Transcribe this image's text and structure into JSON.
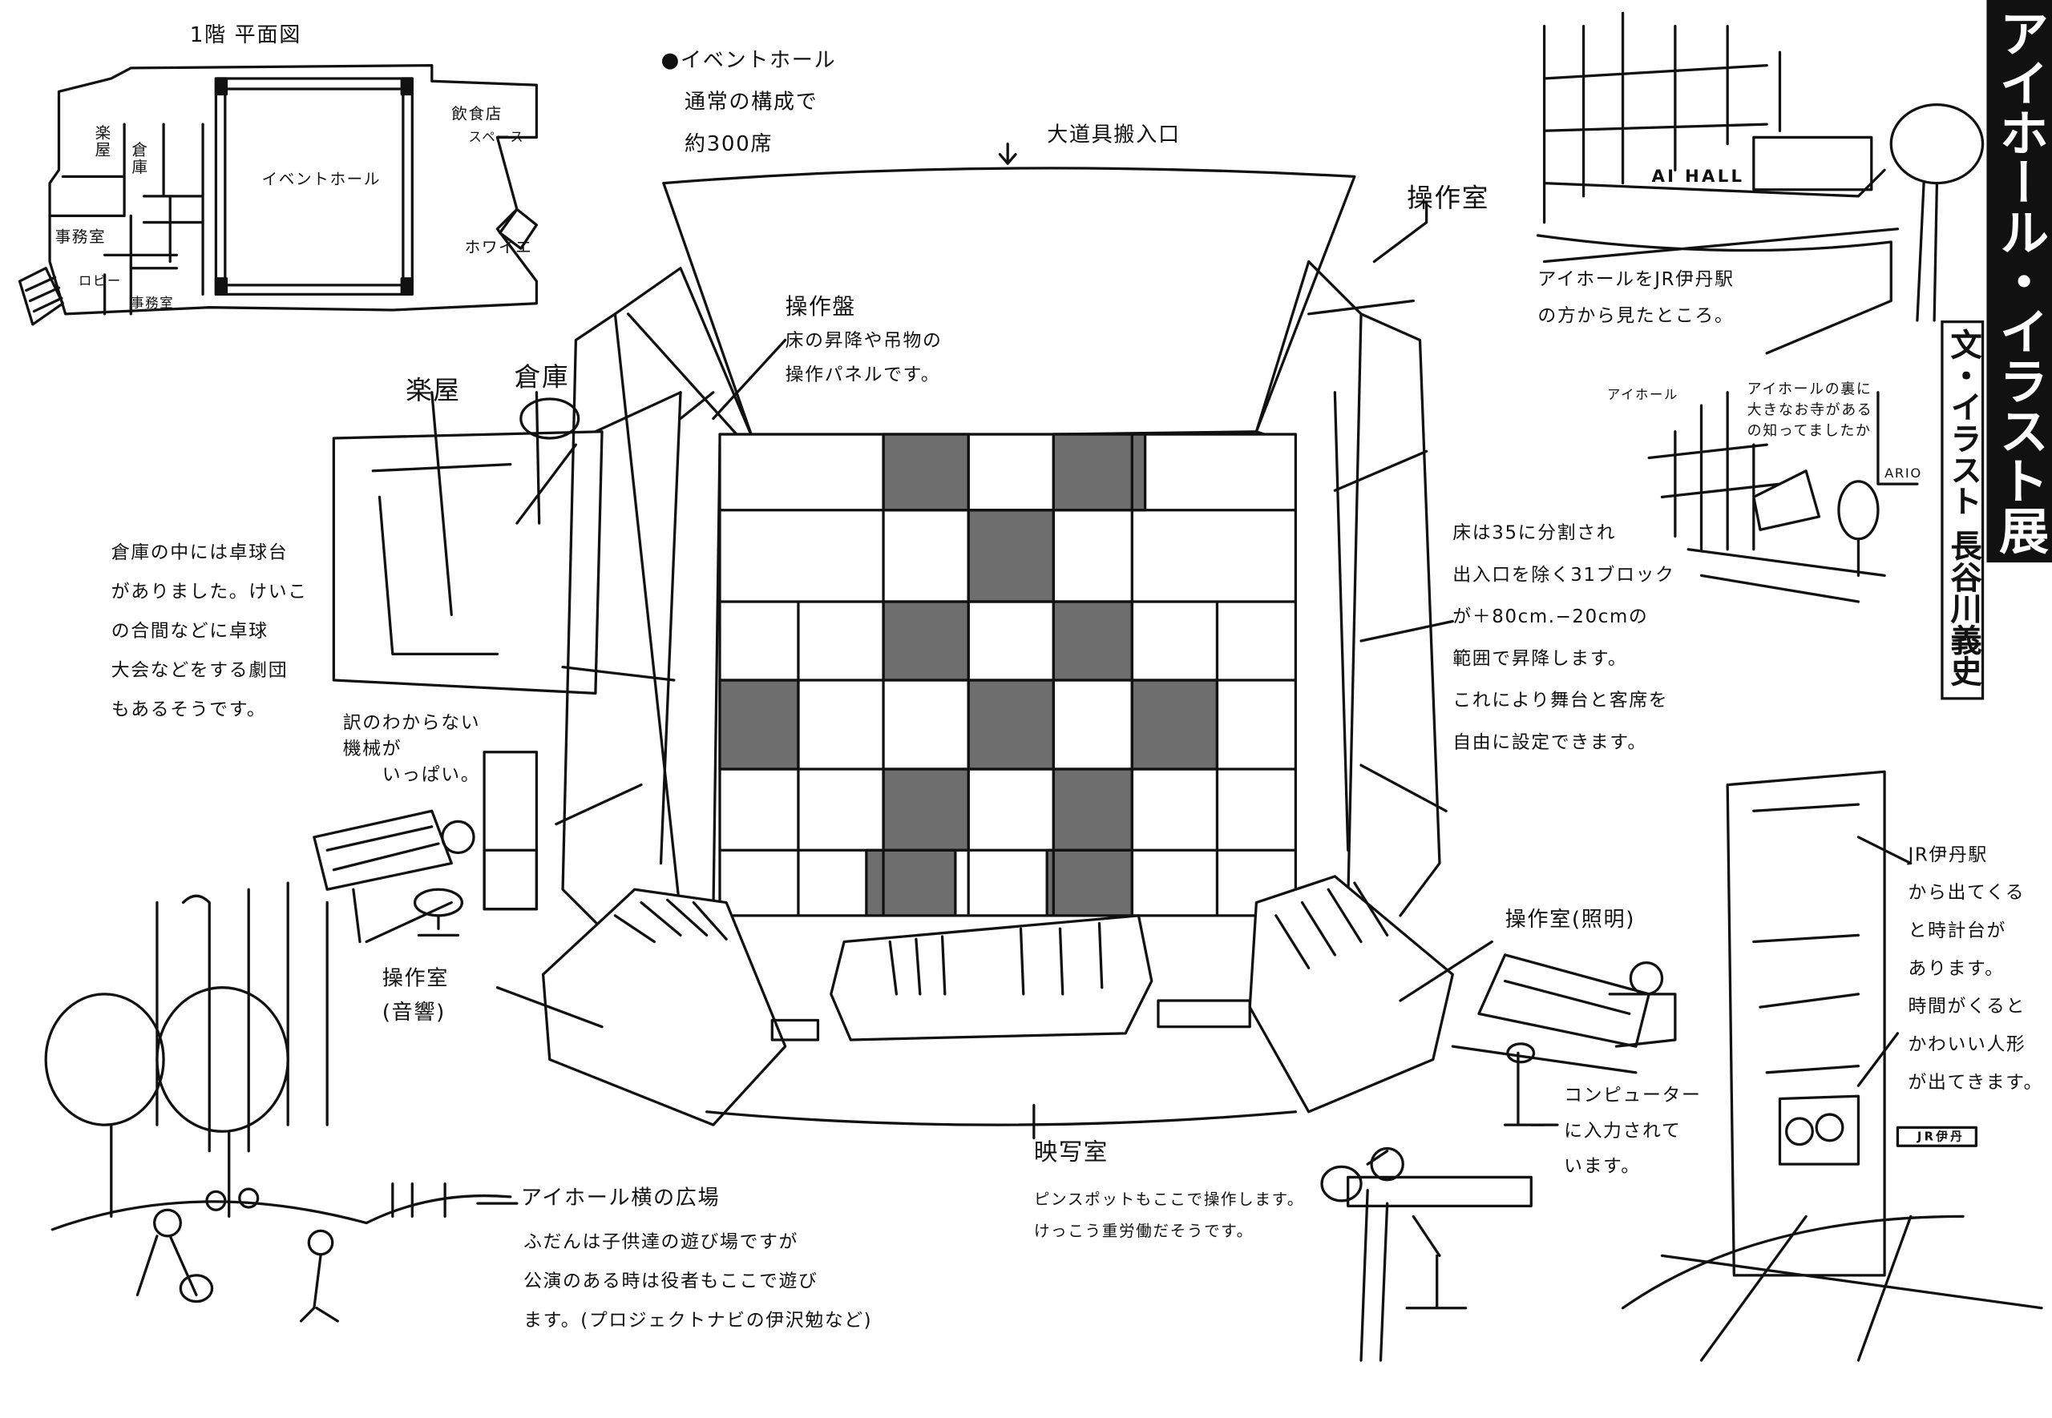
{
  "title": "アイホール・イラスト展開図",
  "credit": {
    "role": "文・イラスト",
    "author": "長谷川義史"
  },
  "floor_plan": {
    "heading": "1階 平面図",
    "rooms": {
      "gakuya": "楽屋",
      "souko": "倉庫",
      "event_hall": "イベントホール",
      "restaurant": "飲食店",
      "restaurant2": "スペース",
      "foyer": "ホワイエ",
      "office1": "事務室",
      "lobby": "ロビー",
      "office2": "事務室"
    }
  },
  "event_hall_note": {
    "bullet": "●",
    "lines": [
      "イベントホール",
      "通常の構成で",
      "約300席"
    ]
  },
  "labels": {
    "loading_door": "大道具搬入口",
    "control_room_top": "操作室",
    "control_panel": [
      "操作盤",
      "床の昇降や吊物の",
      "操作パネルです。"
    ],
    "gakuya": "楽屋",
    "souko": "倉庫",
    "storage_note": [
      "倉庫の中には卓球台",
      "がありました。けいこ",
      "の合間などに卓球",
      "大会などをする劇団",
      "もあるそうです。"
    ],
    "machines_note": [
      "訳のわからない",
      "機械が",
      "いっぱい。"
    ],
    "floor_note": [
      "床は35に分割され",
      "出入口を除く31ブロック",
      "が＋80cm.−20cmの",
      "範囲で昇降します。",
      "これにより舞台と客席を",
      "自由に設定できます。"
    ],
    "station_view": [
      "アイホールをJR伊丹駅",
      "の方から見たところ。"
    ],
    "ai_hall_sign": "AI HALL",
    "ai_hall_small": "アイホール",
    "temple_note": [
      "アイホールの裏に",
      "大きなお寺がある",
      "の知ってましたか"
    ],
    "ario": "ARIO",
    "light_room": "操作室(照明)",
    "sound_room": [
      "操作室",
      "(音響)"
    ],
    "computer_note": [
      "コンピューター",
      "に入力されて",
      "います。"
    ],
    "clock_note": [
      "JR伊丹駅",
      "から出てくる",
      "と時計台が",
      "あります。",
      "時間がくると",
      "かわいい人形",
      "が出てきます。"
    ],
    "jr_sign": "JR伊丹",
    "projection_room": "映写室",
    "projection_note": [
      "ピンスポットもここで操作します。",
      "けっこう重労働だそうです。"
    ],
    "plaza_title": "アイホール横の広場",
    "plaza_note": [
      "ふだんは子供達の遊び場ですが",
      "公演のある時は役者もここで遊び",
      "ます。(プロジェクトナビの伊沢勉など)"
    ]
  }
}
